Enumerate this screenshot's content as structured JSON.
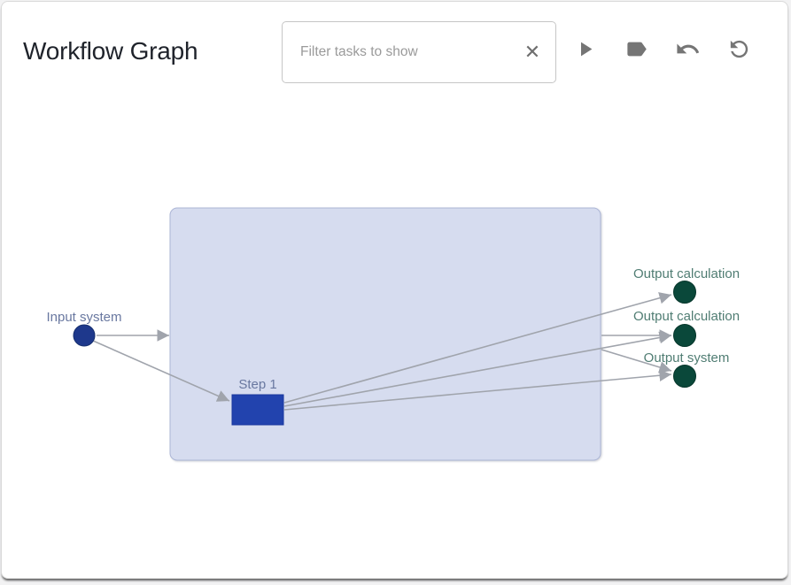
{
  "header": {
    "title": "Workflow Graph",
    "filter": {
      "placeholder": "Filter tasks to show",
      "value": "",
      "clear_icon": "✕"
    },
    "toolbar": {
      "icons": [
        "play-icon",
        "label-icon",
        "undo-icon",
        "restore-icon"
      ]
    }
  },
  "colors": {
    "node_input": "#1e388c",
    "node_step": "#2243ae",
    "node_output": "#0a483a",
    "group_fill": "#d6dcef",
    "group_border": "#acb6d6",
    "edge": "#a0a4ac",
    "label_blue": "#6978a0",
    "label_green": "#507d73",
    "icon_gray": "#757575"
  },
  "graph": {
    "group": {
      "id": "task-group"
    },
    "nodes": [
      {
        "id": "input-system",
        "label": "Input system",
        "shape": "circle"
      },
      {
        "id": "step-1",
        "label": "Step 1",
        "shape": "rectangle"
      },
      {
        "id": "output-calculation-1",
        "label": "Output calculation",
        "shape": "circle"
      },
      {
        "id": "output-calculation-2",
        "label": "Output calculation",
        "shape": "circle"
      },
      {
        "id": "output-system",
        "label": "Output system",
        "shape": "circle"
      }
    ],
    "edges": [
      {
        "from": "input-system",
        "to": "task-group"
      },
      {
        "from": "input-system",
        "to": "step-1"
      },
      {
        "from": "step-1",
        "to": "output-calculation-1"
      },
      {
        "from": "step-1",
        "to": "output-calculation-2"
      },
      {
        "from": "step-1",
        "to": "output-system"
      },
      {
        "from": "task-group",
        "to": "output-calculation-2"
      },
      {
        "from": "task-group",
        "to": "output-system"
      }
    ]
  }
}
